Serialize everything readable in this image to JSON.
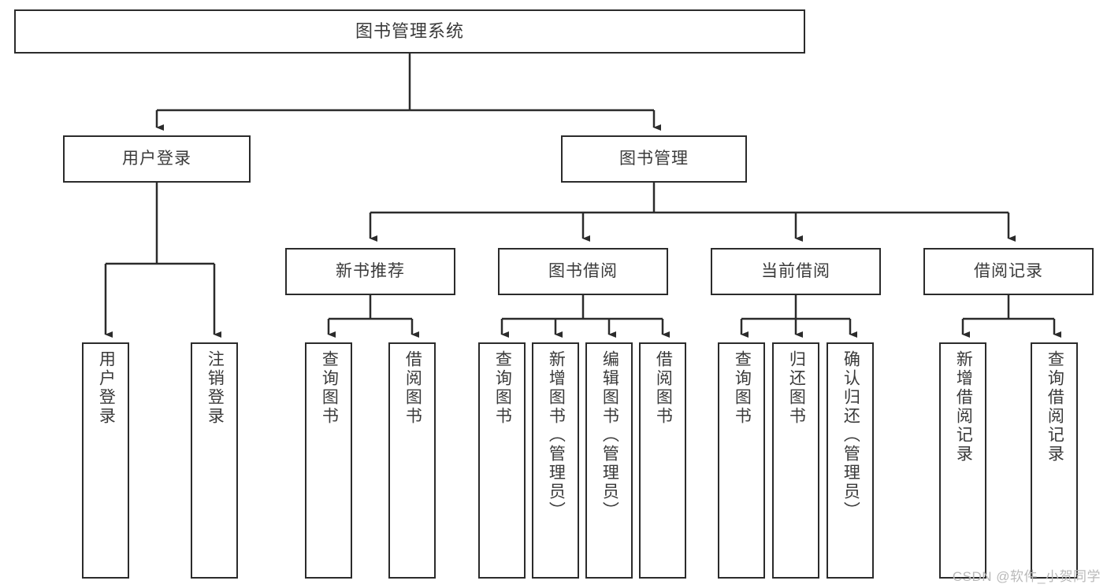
{
  "diagram": {
    "type": "tree-hierarchy",
    "title": "图书管理系统",
    "root": {
      "id": "root",
      "label": "图书管理系统"
    },
    "level1": [
      {
        "id": "user-login",
        "label": "用户登录"
      },
      {
        "id": "book-manage",
        "label": "图书管理"
      }
    ],
    "level2": [
      {
        "id": "new-book-rec",
        "label": "新书推荐",
        "parent": "book-manage"
      },
      {
        "id": "book-borrow",
        "label": "图书借阅",
        "parent": "book-manage"
      },
      {
        "id": "current-borrow",
        "label": "当前借阅",
        "parent": "book-manage"
      },
      {
        "id": "borrow-record",
        "label": "借阅记录",
        "parent": "book-manage"
      }
    ],
    "leaves": {
      "user-login": [
        {
          "id": "leaf-user-login",
          "label": "用户登录"
        },
        {
          "id": "leaf-user-logout",
          "label": "注销登录"
        }
      ],
      "new-book-rec": [
        {
          "id": "leaf-query-book-1",
          "label": "查询图书"
        },
        {
          "id": "leaf-borrow-book-1",
          "label": "借阅图书"
        }
      ],
      "book-borrow": [
        {
          "id": "leaf-query-book-2",
          "label": "查询图书"
        },
        {
          "id": "leaf-add-book",
          "label": "新增图书（管理员）"
        },
        {
          "id": "leaf-edit-book",
          "label": "编辑图书（管理员）"
        },
        {
          "id": "leaf-borrow-book-2",
          "label": "借阅图书"
        }
      ],
      "current-borrow": [
        {
          "id": "leaf-query-book-3",
          "label": "查询图书"
        },
        {
          "id": "leaf-return-book",
          "label": "归还图书"
        },
        {
          "id": "leaf-confirm-return",
          "label": "确认归还（管理员）"
        }
      ],
      "borrow-record": [
        {
          "id": "leaf-add-record",
          "label": "新增借阅记录"
        },
        {
          "id": "leaf-query-record",
          "label": "查询借阅记录"
        }
      ]
    },
    "colors": {
      "stroke": "#2b2b2b",
      "text": "#3a3a3a",
      "background": "#ffffff",
      "watermark": "#b9b9b9"
    }
  },
  "watermark": {
    "text": "CSDN @软件_小贺同学"
  }
}
